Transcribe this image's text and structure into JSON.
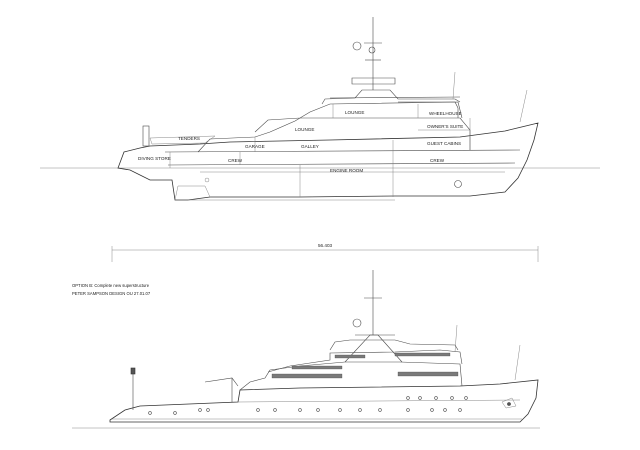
{
  "labels": {
    "wheelhouse": "WHEELHOUSE",
    "lounge_upper": "LOUNGE",
    "owners_suite": "OWNER'S SUITE",
    "lounge_main": "LOUNGE",
    "tenders": "TENDERS",
    "garage": "GARAGE",
    "galley": "GALLEY",
    "guest_cabins": "GUEST CABINS",
    "diving_store": "DIVING STORE",
    "crew_aft": "CREW",
    "crew_fwd": "CREW",
    "engine_room": "ENGINE ROOM"
  },
  "dimension": {
    "length": "56.403"
  },
  "notes": {
    "option": "OPTION B: Complete new superstructure",
    "designer": "PETER SAMPSON DESIGN OU   27.01.07"
  }
}
